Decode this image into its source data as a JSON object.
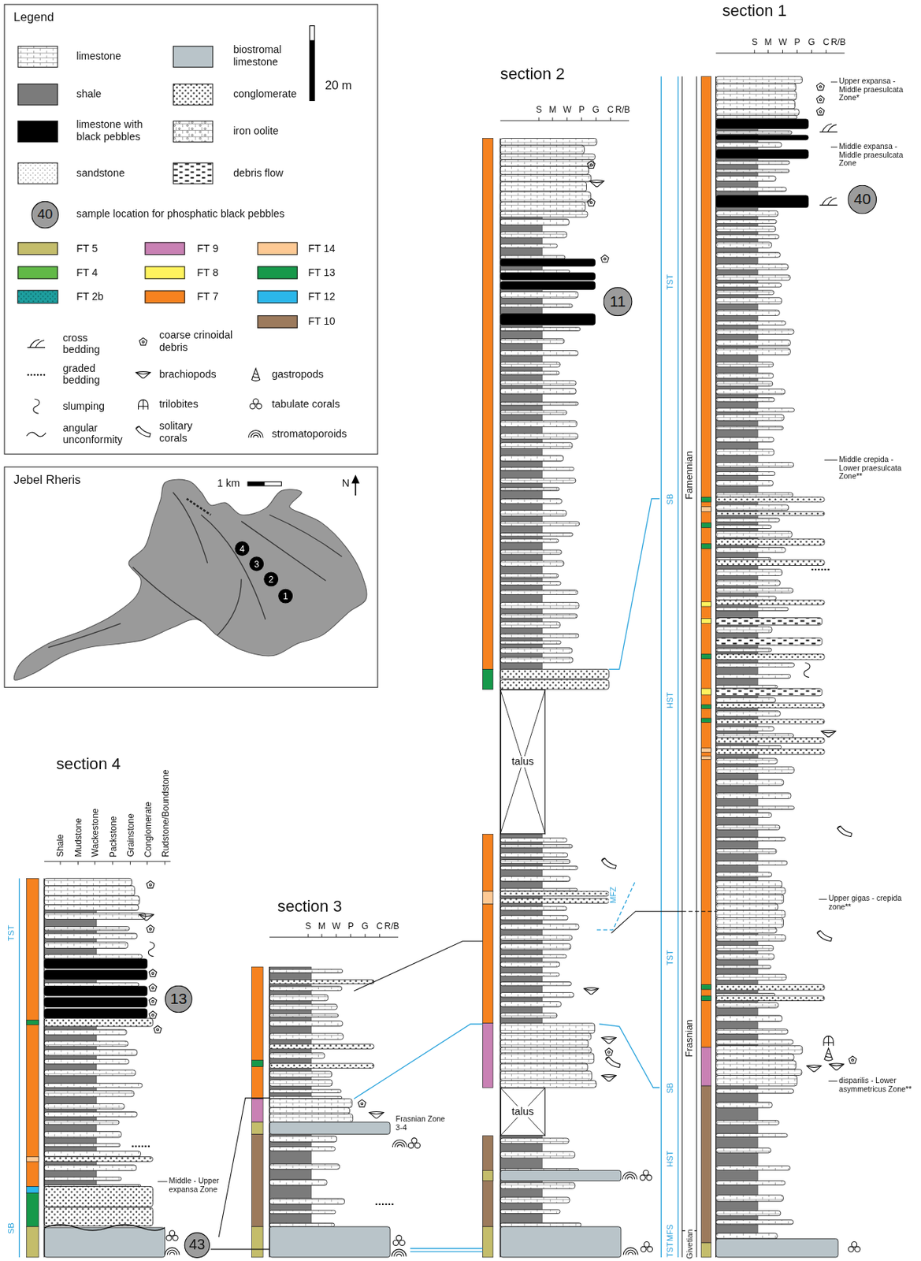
{
  "diagram": {
    "nodes": [
      {
        "text": [
          "Legend"
        ]
      },
      {
        "text": [
          "40"
        ],
        "in": 0
      },
      {
        "text": [
          "Jebel Rheris"
        ]
      },
      {
        "text": [
          "4"
        ],
        "in": 2
      },
      {
        "text": [
          "3"
        ],
        "in": 2
      },
      {
        "text": [
          "2"
        ],
        "in": 2
      },
      {
        "text": [
          "1"
        ],
        "in": 2
      },
      {
        "text": [
          "11"
        ]
      },
      {
        "text": [
          "40"
        ]
      },
      {
        "text": [
          "talus"
        ]
      },
      {
        "text": [
          "talus"
        ]
      },
      {
        "text": [
          "13"
        ]
      },
      {
        "text": [
          "43"
        ]
      }
    ],
    "labels": [
      "section 1",
      "S",
      "M",
      "W",
      "P",
      "G",
      "C",
      "R/B",
      "section 2",
      "S",
      "M",
      "W",
      "P",
      "G",
      "C",
      "R/B",
      "section 3",
      "S",
      "M",
      "W",
      "P",
      "G",
      "C",
      "R/B",
      "section 4",
      "Shale",
      "Mudstone",
      "Wackestone",
      "Packstone",
      "Grainstone",
      "Conglomerate",
      "Rudstone/Boundstone",
      "TST",
      "SB",
      "HST",
      "TST",
      "SB",
      "HST",
      "MFS",
      "TST",
      "Famennian",
      "Frasnian",
      "Givetian",
      "MFZ",
      "TST",
      "SB",
      "Upper expansa - Middle praesulcata Zone*",
      "Middle expansa - Middle praesulcata Zone",
      "Middle crepida - Lower praesulcata Zone**",
      "Upper gigas - crepida zone**",
      "disparilis - Lower asymmetricus Zone**",
      "Frasnian Zone 3-4",
      "Middle - Upper expansa Zone",
      "20 m",
      "1 km",
      "N"
    ],
    "legend": [
      {
        "text": "limestone"
      },
      {
        "text": "biostromal limestone",
        "color": "#b9c4c9"
      },
      {
        "text": "shale",
        "color": "#7b7b7b"
      },
      {
        "text": "conglomerate"
      },
      {
        "text": "limestone with black pebbles",
        "color": "#000000"
      },
      {
        "text": "iron oolite"
      },
      {
        "text": "sandstone"
      },
      {
        "text": "debris flow"
      },
      {
        "text": "sample location for phosphatic black pebbles"
      },
      {
        "text": "FT 5",
        "color": "#c4bd6b"
      },
      {
        "text": "FT 9",
        "color": "#c981b4"
      },
      {
        "text": "FT 14",
        "color": "#fdc994"
      },
      {
        "text": "FT 4",
        "color": "#61b946"
      },
      {
        "text": "FT 8",
        "color": "#fff35d"
      },
      {
        "text": "FT 13",
        "color": "#16994a"
      },
      {
        "text": "FT 2b",
        "color": "#1d9f9f"
      },
      {
        "text": "FT 7",
        "color": "#f6821f"
      },
      {
        "text": "FT 12",
        "color": "#2bb7ea"
      },
      {
        "text": "FT 10",
        "color": "#9c7a5c"
      },
      {
        "text": "cross bedding"
      },
      {
        "text": "coarse crinoidal debris"
      },
      {
        "text": "graded bedding"
      },
      {
        "text": "brachiopods"
      },
      {
        "text": "gastropods"
      },
      {
        "text": "slumping"
      },
      {
        "text": "trilobites"
      },
      {
        "text": "tabulate corals"
      },
      {
        "text": "angular unconformity"
      },
      {
        "text": "solitary corals"
      },
      {
        "text": "stromatoporoids"
      }
    ]
  }
}
